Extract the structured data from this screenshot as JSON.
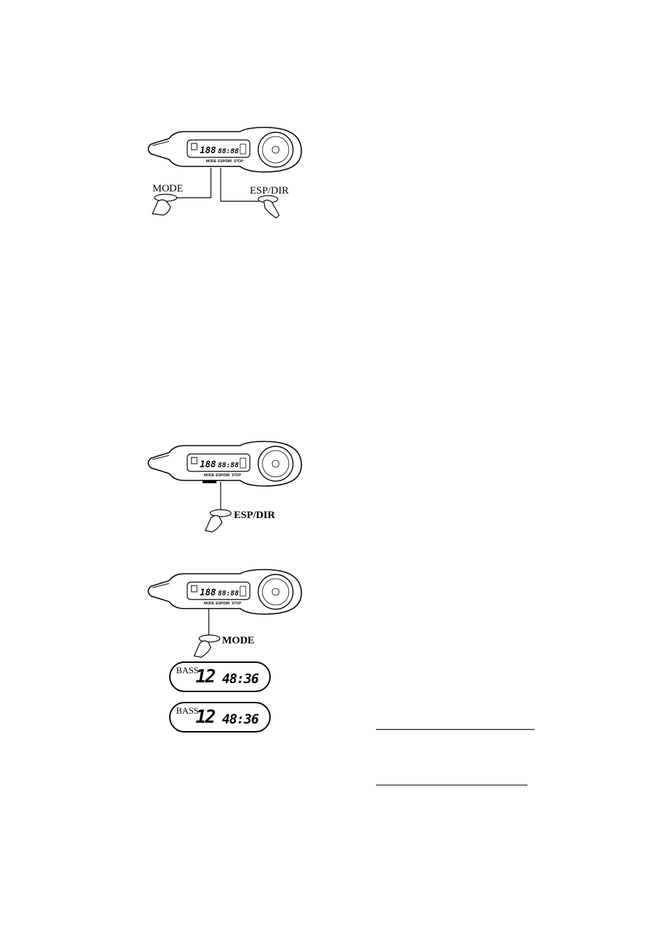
{
  "figure_1": {
    "device_labels": {
      "mode": "MODE",
      "esp_dir": "ESP/DIR",
      "stop": "STOP"
    },
    "callouts": {
      "left": "MODE",
      "right": "ESP/DIR"
    }
  },
  "figure_2": {
    "device_labels": {
      "mode": "MODE",
      "esp_dir": "ESP/DIR",
      "stop": "STOP"
    },
    "callout": "ESP/DIR"
  },
  "figure_3": {
    "device_labels": {
      "mode": "MODE",
      "esp_dir": "ESP/DIR",
      "stop": "STOP"
    },
    "callout": "MODE",
    "displays": [
      {
        "label": "BASS",
        "value": "12",
        "time": "48:36"
      },
      {
        "label": "BASS",
        "value": "12",
        "time": "48:36"
      }
    ]
  }
}
